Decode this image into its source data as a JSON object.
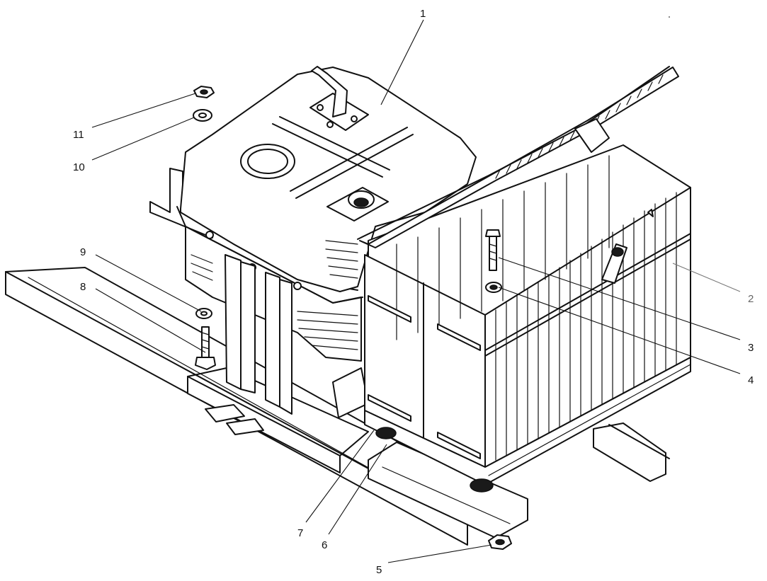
{
  "callouts": [
    {
      "id": "1",
      "label": "1"
    },
    {
      "id": "2",
      "label": "2"
    },
    {
      "id": "3",
      "label": "3"
    },
    {
      "id": "4",
      "label": "4"
    },
    {
      "id": "5",
      "label": "5"
    },
    {
      "id": "6",
      "label": "6"
    },
    {
      "id": "7",
      "label": "7"
    },
    {
      "id": "8",
      "label": "8"
    },
    {
      "id": "9",
      "label": "9"
    },
    {
      "id": "10",
      "label": "10"
    },
    {
      "id": "11",
      "label": "11"
    }
  ],
  "colors": {
    "ink": "#111111",
    "callout_grey": "#666666",
    "background": "#ffffff"
  }
}
